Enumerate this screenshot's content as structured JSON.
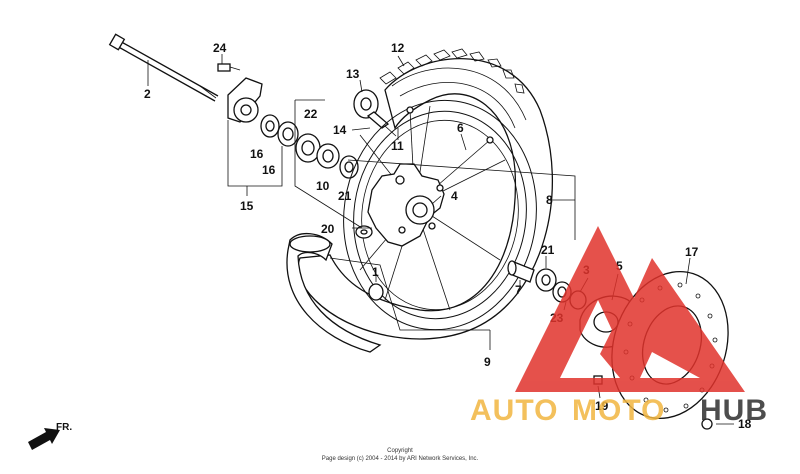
{
  "callouts": {
    "c1": "1",
    "c2": "2",
    "c3": "3",
    "c4": "4",
    "c5": "5",
    "c6": "6",
    "c7": "7",
    "c8": "8",
    "c9": "9",
    "c10": "10",
    "c11": "11",
    "c12": "12",
    "c13": "13",
    "c14": "14",
    "c15": "15",
    "c16a": "16",
    "c16b": "16",
    "c17": "17",
    "c18": "18",
    "c19": "19",
    "c20": "20",
    "c21a": "21",
    "c21b": "21",
    "c22": "22",
    "c23": "23",
    "c24": "24"
  },
  "front_label": "FR.",
  "copyright": {
    "line1": "Copyright",
    "line2": "Page design (c) 2004 - 2014 by ARI Network Services, Inc."
  },
  "watermark": {
    "auto": "AUTO",
    "moto": "MOTO",
    "hub": "HUB",
    "colors": {
      "red": "#e0322c",
      "gold": "#f2b640",
      "dark": "#2f2f2f"
    }
  }
}
